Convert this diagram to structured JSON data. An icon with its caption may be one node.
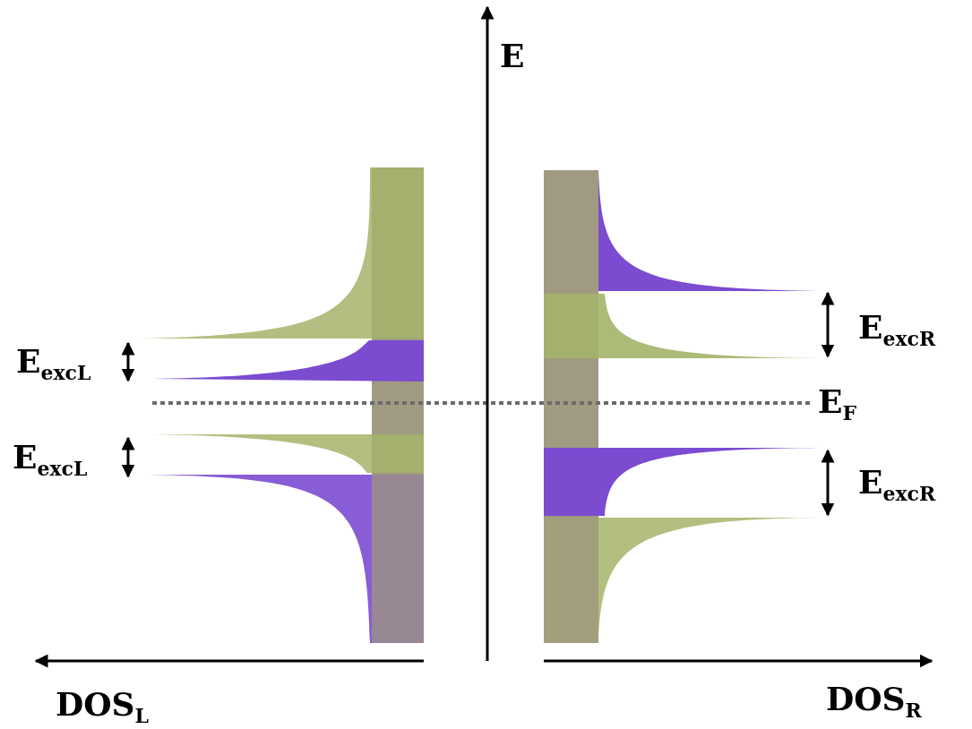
{
  "diagram": {
    "labels": [
      "E",
      "E$_{excR}$",
      "E$_{excL}$",
      "E$_{F}$",
      "E$_{excL}$",
      "E$_{excR}$",
      "DOS$_{L}$",
      "DOS$_{R}$"
    ]
  }
}
